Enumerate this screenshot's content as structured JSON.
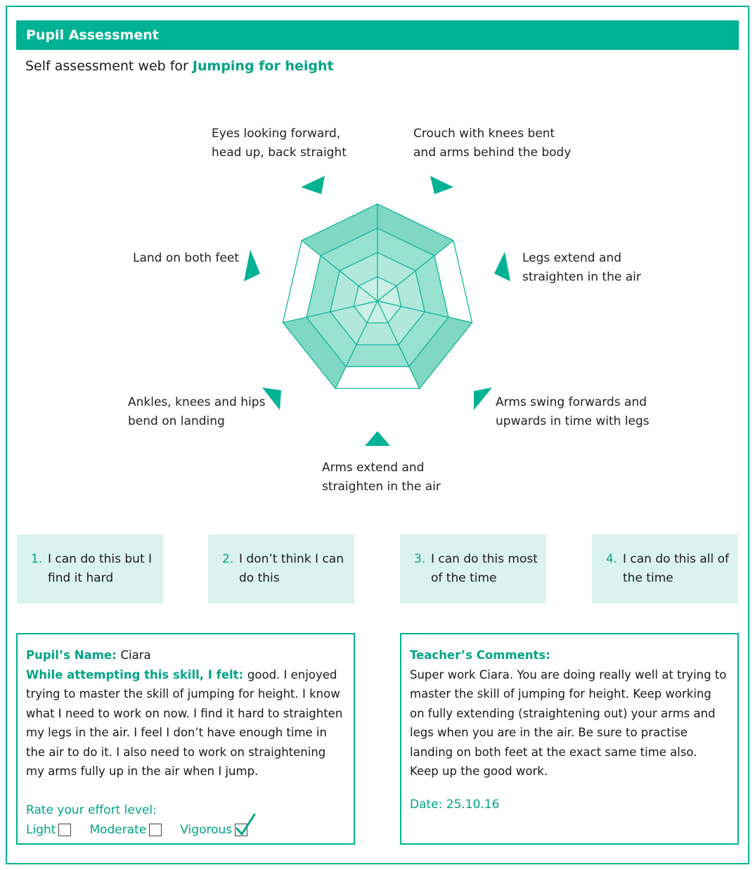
{
  "header": {
    "title": "Pupil Assessment"
  },
  "subtitle": {
    "prefix": "Self assessment web for ",
    "skill": "Jumping for height"
  },
  "web_labels": [
    {
      "line1": "Eyes looking forward,",
      "line2": "head up, back straight"
    },
    {
      "line1": "Crouch with knees bent",
      "line2": "and arms behind the body"
    },
    {
      "line1": "Legs extend and",
      "line2": "straighten in the air"
    },
    {
      "line1": "Arms swing forwards and",
      "line2": "upwards in time with legs"
    },
    {
      "line1": "Arms extend and",
      "line2": "straighten in the air"
    },
    {
      "line1": "Ankles, knees and hips",
      "line2": "bend on landing"
    },
    {
      "line1": "Land on both feet",
      "line2": ""
    }
  ],
  "web_ratings": {
    "crouch_with_knees_bent": 4,
    "legs_extend": 3,
    "arms_swing": 4,
    "arms_extend": 3,
    "ankles_knees_hips_bend": 4,
    "land_on_both_feet": 3,
    "eyes_looking_forward": 4
  },
  "web_scale_max": 4,
  "colors": {
    "accent": "#00b294",
    "key_bg": "#dbf3ee"
  },
  "key": [
    {
      "num": "1.",
      "text": "I can do this but I\nfind it hard"
    },
    {
      "num": "2.",
      "text": "I don’t think I can\ndo this"
    },
    {
      "num": "3.",
      "text": "I can do this most\nof the time"
    },
    {
      "num": "4.",
      "text": "I can do this all of\nthe time"
    }
  ],
  "pupil": {
    "name_label": "Pupil’s Name: ",
    "name": "Ciara",
    "felt_label": "While attempting this skill, I felt: ",
    "felt_text": "good. I enjoyed trying to master the skill of jumping for height. I know what I need to work on now. I find it hard to straighten my legs in the air. I feel I don’t have enough time in the air to do it. I also need to work on straightening my arms fully up in the air when I jump.",
    "effort_label": "Rate your effort level:",
    "effort_options": [
      "Light",
      "Moderate",
      "Vigorous"
    ],
    "effort_selected": "Vigorous"
  },
  "teacher": {
    "comments_label": "Teacher’s Comments:",
    "comments": "Super work Ciara. You are doing really well at trying to master the skill of jumping for height. Keep working on fully extending (straightening out) your arms and legs when you are in the air. Be sure to practise landing on both feet at the exact same time also. Keep up the good work.",
    "date": "Date: 25.10.16"
  }
}
